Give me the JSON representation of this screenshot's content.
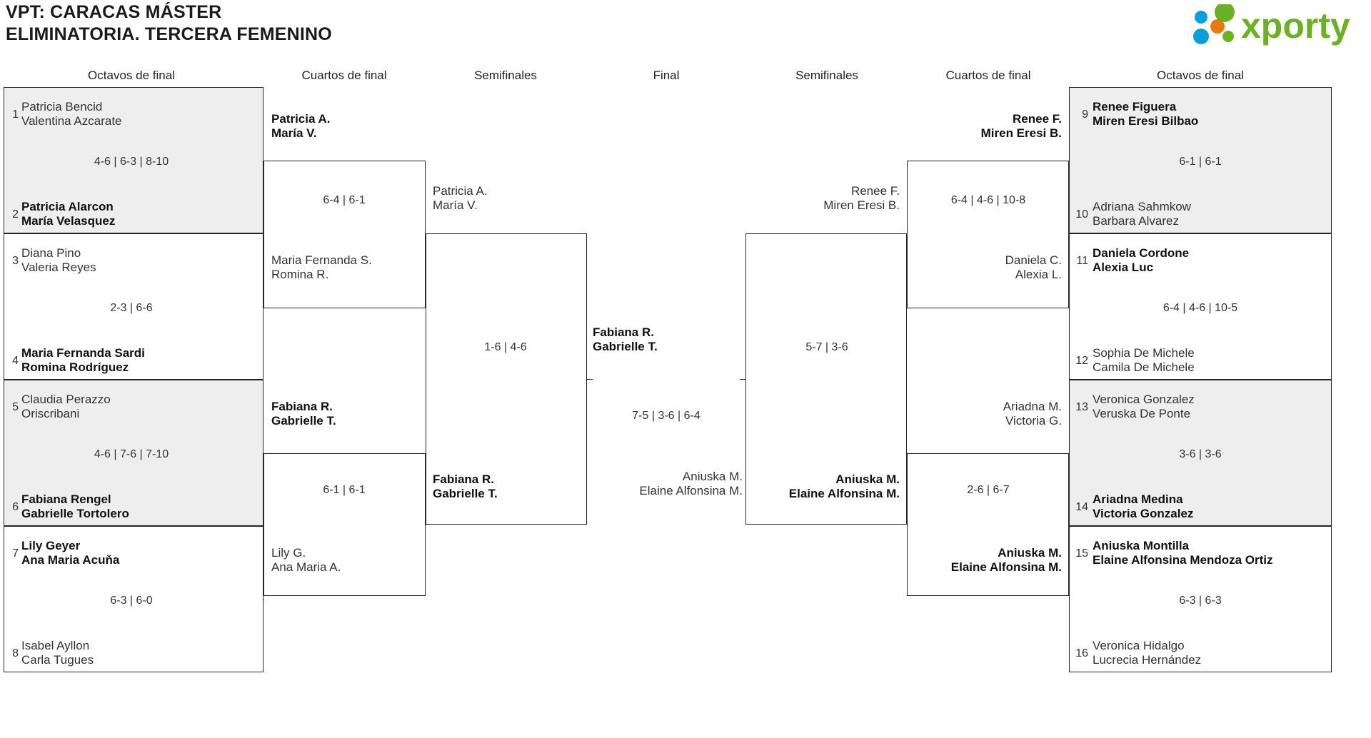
{
  "header": {
    "title_line1": "VPT: CARACAS MÁSTER",
    "title_line2": "ELIMINATORIA. TERCERA FEMENINO",
    "logo_text": "xporty",
    "logo_colors": {
      "green": "#6cb023",
      "blue": "#0a9fdc",
      "orange": "#e8790b"
    }
  },
  "round_headers": {
    "left_r16": "Octavos de final",
    "left_qf": "Cuartos de final",
    "left_sf": "Semifinales",
    "final": "Final",
    "right_sf": "Semifinales",
    "right_qf": "Cuartos de final",
    "right_r16": "Octavos de final"
  },
  "left_r16": [
    {
      "score": "4-6 | 6-3 | 8-10",
      "top": {
        "seed": "1",
        "p1": "Patricia Bencid",
        "p2": "Valentina Azcarate",
        "winner": false
      },
      "bottom": {
        "seed": "2",
        "p1": "Patricia Alarcon",
        "p2": "María Velasquez",
        "winner": true
      }
    },
    {
      "score": "2-3 | 6-6",
      "top": {
        "seed": "3",
        "p1": "Diana Pino",
        "p2": "Valeria Reyes",
        "winner": false
      },
      "bottom": {
        "seed": "4",
        "p1": "Maria Fernanda Sardi",
        "p2": "Romina Rodríguez",
        "winner": true
      }
    },
    {
      "score": "4-6 | 7-6 | 7-10",
      "top": {
        "seed": "5",
        "p1": "Claudia Perazzo",
        "p2": "Oriscribani",
        "winner": false
      },
      "bottom": {
        "seed": "6",
        "p1": "Fabiana Rengel",
        "p2": "Gabrielle Tortolero",
        "winner": true
      }
    },
    {
      "score": "6-3 | 6-0",
      "top": {
        "seed": "7",
        "p1": "Lily Geyer",
        "p2": "Ana Maria Acuňa",
        "winner": true
      },
      "bottom": {
        "seed": "8",
        "p1": "Isabel Ayllon",
        "p2": "Carla Tugues",
        "winner": false
      }
    }
  ],
  "left_qf": [
    {
      "score": "6-4 | 6-1",
      "top": {
        "p1": "Patricia A.",
        "p2": "María V.",
        "winner": true
      },
      "bottom": {
        "p1": "Maria Fernanda S.",
        "p2": "Romina R.",
        "winner": false
      }
    },
    {
      "score": "6-1 | 6-1",
      "top": {
        "p1": "Fabiana R.",
        "p2": "Gabrielle T.",
        "winner": true
      },
      "bottom": {
        "p1": "Lily G.",
        "p2": "Ana Maria A.",
        "winner": false
      }
    }
  ],
  "left_sf": [
    {
      "score": "1-6 | 4-6",
      "top": {
        "p1": "Patricia A.",
        "p2": "María V.",
        "winner": false
      },
      "bottom": {
        "p1": "Fabiana R.",
        "p2": "Gabrielle T.",
        "winner": true
      }
    }
  ],
  "final": {
    "score": "7-5 | 3-6 | 6-4",
    "top": {
      "p1": "Fabiana R.",
      "p2": "Gabrielle T.",
      "winner": true
    },
    "bottom": {
      "p1": "Aniuska M.",
      "p2": "Elaine Alfonsina M.",
      "winner": false
    }
  },
  "right_sf": [
    {
      "score": "5-7 | 3-6",
      "top": {
        "p1": "Renee F.",
        "p2": "Miren Eresi B.",
        "winner": false
      },
      "bottom": {
        "p1": "Aniuska M.",
        "p2": "Elaine Alfonsina M.",
        "winner": true
      }
    }
  ],
  "right_qf": [
    {
      "score": "6-4 | 4-6 | 10-8",
      "top": {
        "p1": "Renee F.",
        "p2": "Miren Eresi B.",
        "winner": true
      },
      "bottom": {
        "p1": "Daniela C.",
        "p2": "Alexia L.",
        "winner": false
      }
    },
    {
      "score": "2-6 | 6-7",
      "top": {
        "p1": "Ariadna M.",
        "p2": "Victoria G.",
        "winner": false
      },
      "bottom": {
        "p1": "Aniuska M.",
        "p2": "Elaine Alfonsina M.",
        "winner": true
      }
    }
  ],
  "right_r16": [
    {
      "score": "6-1 | 6-1",
      "top": {
        "seed": "9",
        "p1": "Renee Figuera",
        "p2": "Miren Eresi Bilbao",
        "winner": true
      },
      "bottom": {
        "seed": "10",
        "p1": "Adriana Sahmkow",
        "p2": "Barbara Alvarez",
        "winner": false
      }
    },
    {
      "score": "6-4 | 4-6 | 10-5",
      "top": {
        "seed": "11",
        "p1": "Daniela Cordone",
        "p2": "Alexia Luc",
        "winner": true
      },
      "bottom": {
        "seed": "12",
        "p1": "Sophia De Michele",
        "p2": "Camila De Michele",
        "winner": false
      }
    },
    {
      "score": "3-6 | 3-6",
      "top": {
        "seed": "13",
        "p1": "Veronica Gonzalez",
        "p2": "Veruska De Ponte",
        "winner": false
      },
      "bottom": {
        "seed": "14",
        "p1": "Ariadna Medina",
        "p2": "Victoria Gonzalez",
        "winner": true
      }
    },
    {
      "score": "6-3 | 6-3",
      "top": {
        "seed": "15",
        "p1": "Aniuska Montilla",
        "p2": "Elaine Alfonsina Mendoza Ortiz",
        "winner": true
      },
      "bottom": {
        "seed": "16",
        "p1": "Veronica Hidalgo",
        "p2": "Lucrecia Hernández",
        "winner": false
      }
    }
  ]
}
